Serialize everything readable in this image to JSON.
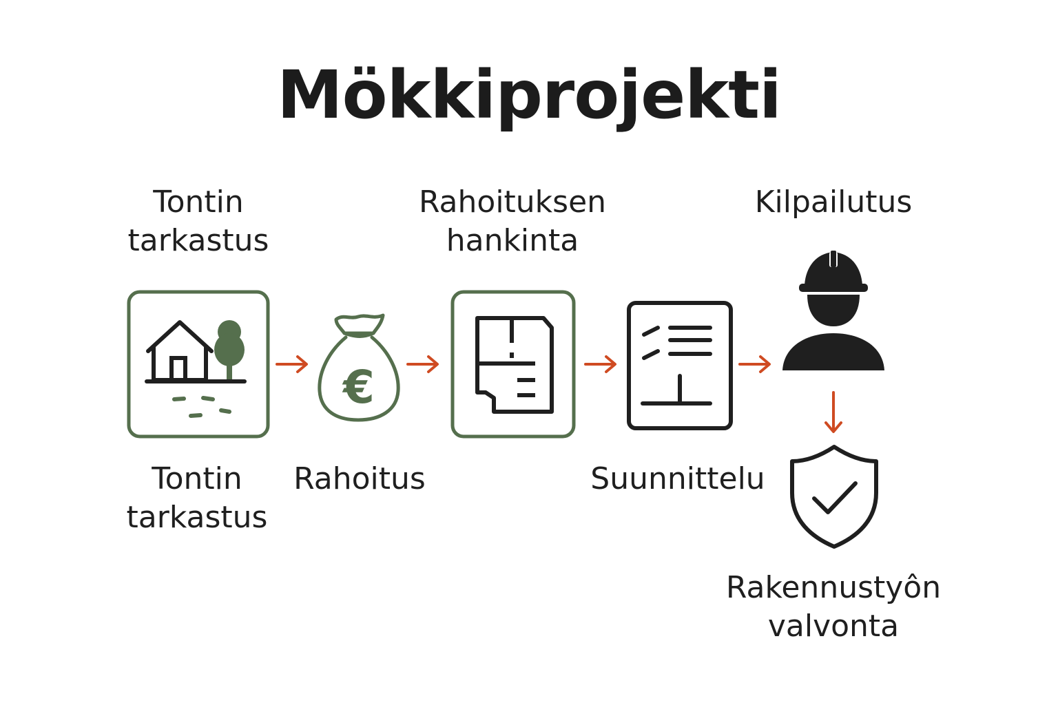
{
  "title": "Mökkiprojekti",
  "colors": {
    "accent_green": "#556f4d",
    "arrow_orange": "#cf4b22",
    "ink": "#1f1f1f"
  },
  "steps": [
    {
      "icon": "house-plot-icon",
      "top_label": [
        "Tontin",
        "tarkastus"
      ],
      "bottom_label": [
        "Tontin",
        "tarkastus"
      ]
    },
    {
      "icon": "money-bag-euro-icon",
      "bottom_label": [
        "Rahoitus"
      ]
    },
    {
      "icon": "floor-plan-icon",
      "top_label": [
        "Rahoituksen",
        "hankinta"
      ]
    },
    {
      "icon": "document-list-icon",
      "bottom_label": [
        "Suunnittelu"
      ]
    },
    {
      "icon": "construction-worker-icon",
      "top_label": [
        "Kilpailutus"
      ]
    },
    {
      "icon": "shield-check-icon",
      "bottom_label": [
        "Rakennustyôn",
        "valvonta"
      ]
    }
  ],
  "euro_symbol": "€"
}
